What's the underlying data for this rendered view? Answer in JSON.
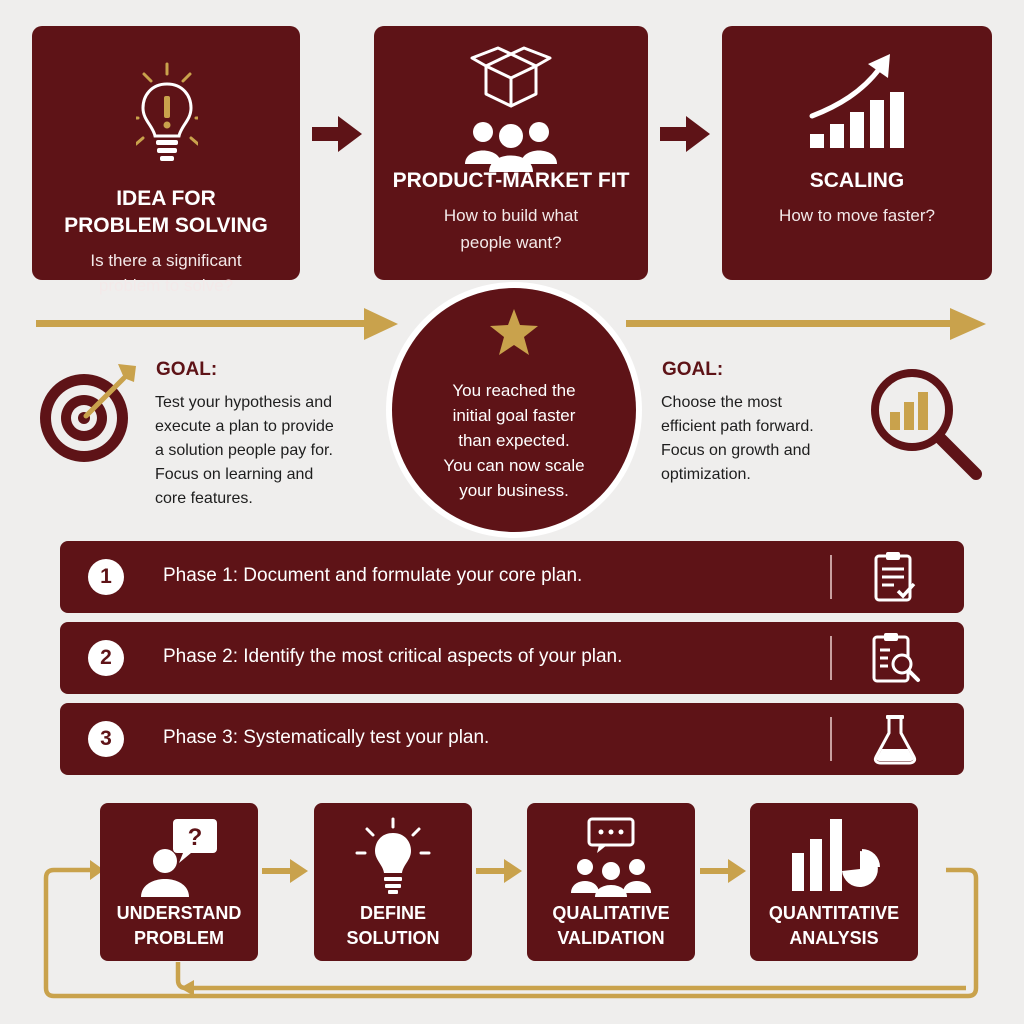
{
  "stages": [
    {
      "title_line1": "IDEA FOR",
      "title_line2": "PROBLEM SOLVING",
      "sub_line1": "Is there a significant",
      "sub_line2": "problem to solve?",
      "icon": "lightbulb-exclamation-icon"
    },
    {
      "title_line1": "PRODUCT-MARKET FIT",
      "sub_line1": "How to build what",
      "sub_line2": "people want?",
      "icon": "box-people-icon"
    },
    {
      "title_line1": "SCALING",
      "sub_line1": "How to move faster?",
      "icon": "growth-bars-icon"
    }
  ],
  "goal_left": {
    "heading": "GOAL:",
    "lines": [
      "Test your hypothesis and",
      "execute a plan to provide",
      "a solution people pay for.",
      "Focus on learning and",
      "core features."
    ],
    "icon": "target-arrow-icon"
  },
  "center": {
    "lines": [
      "You reached the",
      "initial goal faster",
      "than expected.",
      "You can now scale",
      "your business."
    ],
    "icon": "star-icon"
  },
  "goal_right": {
    "heading": "GOAL:",
    "lines": [
      "Choose the most",
      "efficient path forward.",
      "Focus on growth and",
      "optimization."
    ],
    "icon": "magnifier-chart-icon"
  },
  "phases": [
    {
      "num": "1",
      "text": "Phase 1: Document and formulate your core plan.",
      "icon": "clipboard-check-icon"
    },
    {
      "num": "2",
      "text": "Phase 2: Identify the most critical aspects of your plan.",
      "icon": "clipboard-search-icon"
    },
    {
      "num": "3",
      "text": "Phase 3: Systematically test your plan.",
      "icon": "flask-icon"
    }
  ],
  "steps": [
    {
      "line1": "UNDERSTAND",
      "line2": "PROBLEM",
      "icon": "person-question-icon"
    },
    {
      "line1": "DEFINE",
      "line2": "SOLUTION",
      "icon": "lightbulb-icon"
    },
    {
      "line1": "QUALITATIVE",
      "line2": "VALIDATION",
      "icon": "group-chat-icon"
    },
    {
      "line1": "QUANTITATIVE",
      "line2": "ANALYSIS",
      "icon": "bar-pie-icon"
    }
  ],
  "colors": {
    "maroon": "#5e1317",
    "gold": "#c9a24c",
    "background": "#efeeed"
  }
}
